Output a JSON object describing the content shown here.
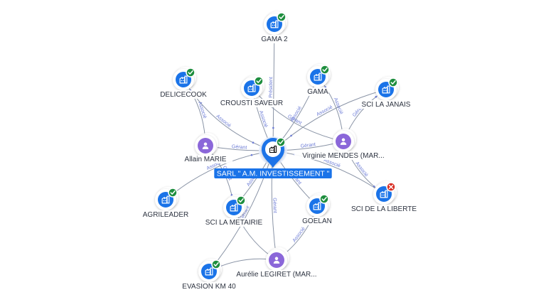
{
  "colors": {
    "company": "#1a73e8",
    "person": "#8b67d9",
    "status_ok": "#1e8e3e",
    "status_ko": "#d93025",
    "edge": "#8a94a6",
    "edge_label": "#6b7bd6"
  },
  "center": {
    "label": "SARL \" A.M. INVESTISSEMENT \"",
    "icon": "building-icon",
    "status": "ok"
  },
  "nodes": [
    {
      "id": "gama2",
      "label": "GAMA 2",
      "kind": "company",
      "status": "ok",
      "icon": "building-icon"
    },
    {
      "id": "delicecook",
      "label": "DELICECOOK",
      "kind": "company",
      "status": "ok",
      "icon": "building-icon"
    },
    {
      "id": "crousti",
      "label": "CROUSTI SAVEUR",
      "kind": "company",
      "status": "ok",
      "icon": "building-icon"
    },
    {
      "id": "gama",
      "label": "GAMA",
      "kind": "company",
      "status": "ok",
      "icon": "building-icon"
    },
    {
      "id": "janais",
      "label": "SCI LA JANAIS",
      "kind": "company",
      "status": "ok",
      "icon": "building-icon"
    },
    {
      "id": "allain",
      "label": "Allain MARIE",
      "kind": "person",
      "status": "",
      "icon": "person-icon"
    },
    {
      "id": "virginie",
      "label": "Virginie MENDES (MAR...",
      "kind": "person",
      "status": "",
      "icon": "person-icon"
    },
    {
      "id": "agrileader",
      "label": "AGRILEADER",
      "kind": "company",
      "status": "ok",
      "icon": "building-icon"
    },
    {
      "id": "metairie",
      "label": "SCI LA METAIRIE",
      "kind": "company",
      "status": "ok",
      "icon": "building-icon"
    },
    {
      "id": "goelan",
      "label": "GOELAN",
      "kind": "company",
      "status": "ok",
      "icon": "building-icon"
    },
    {
      "id": "liberte",
      "label": "SCI DE LA LIBERTE",
      "kind": "company",
      "status": "ko",
      "icon": "building-icon"
    },
    {
      "id": "aurelie",
      "label": "Aurélie LEGIRET (MAR...",
      "kind": "person",
      "status": "",
      "icon": "person-icon"
    },
    {
      "id": "evasion",
      "label": "EVASION KM 40",
      "kind": "company",
      "status": "ok",
      "icon": "building-icon"
    }
  ],
  "edges": [
    {
      "from": "gama2",
      "to": "center",
      "label": "Président"
    },
    {
      "from": "delicecook",
      "to": "center",
      "label": "Associé"
    },
    {
      "from": "crousti",
      "to": "center",
      "label": "Associé"
    },
    {
      "from": "gama",
      "to": "center",
      "label": "Associé"
    },
    {
      "from": "janais",
      "to": "center",
      "label": "Associé"
    },
    {
      "from": "allain",
      "to": "center",
      "label": "Gérant"
    },
    {
      "from": "virginie",
      "to": "center",
      "label": "Gérant"
    },
    {
      "from": "agrileader",
      "to": "center",
      "label": "Associé"
    },
    {
      "from": "metairie",
      "to": "center",
      "label": "Associé"
    },
    {
      "from": "goelan",
      "to": "center",
      "label": "Gérant"
    },
    {
      "from": "liberte",
      "to": "center",
      "label": "Associé"
    },
    {
      "from": "aurelie",
      "to": "center",
      "label": "Gérant"
    },
    {
      "from": "evasion",
      "to": "center",
      "label": "Gérant"
    },
    {
      "from": "virginie",
      "to": "gama",
      "label": "Associé"
    },
    {
      "from": "virginie",
      "to": "janais",
      "label": "Gérant"
    },
    {
      "from": "virginie",
      "to": "liberte",
      "label": "Associé"
    },
    {
      "from": "virginie",
      "to": "crousti",
      "label": "Gérant"
    },
    {
      "from": "allain",
      "to": "delicecook",
      "label": "Associé"
    },
    {
      "from": "allain",
      "to": "metairie",
      "label": "Gérant"
    },
    {
      "from": "aurelie",
      "to": "goelan",
      "label": "Associé"
    },
    {
      "from": "aurelie",
      "to": "metairie",
      "label": ""
    },
    {
      "from": "aurelie",
      "to": "evasion",
      "label": ""
    }
  ]
}
